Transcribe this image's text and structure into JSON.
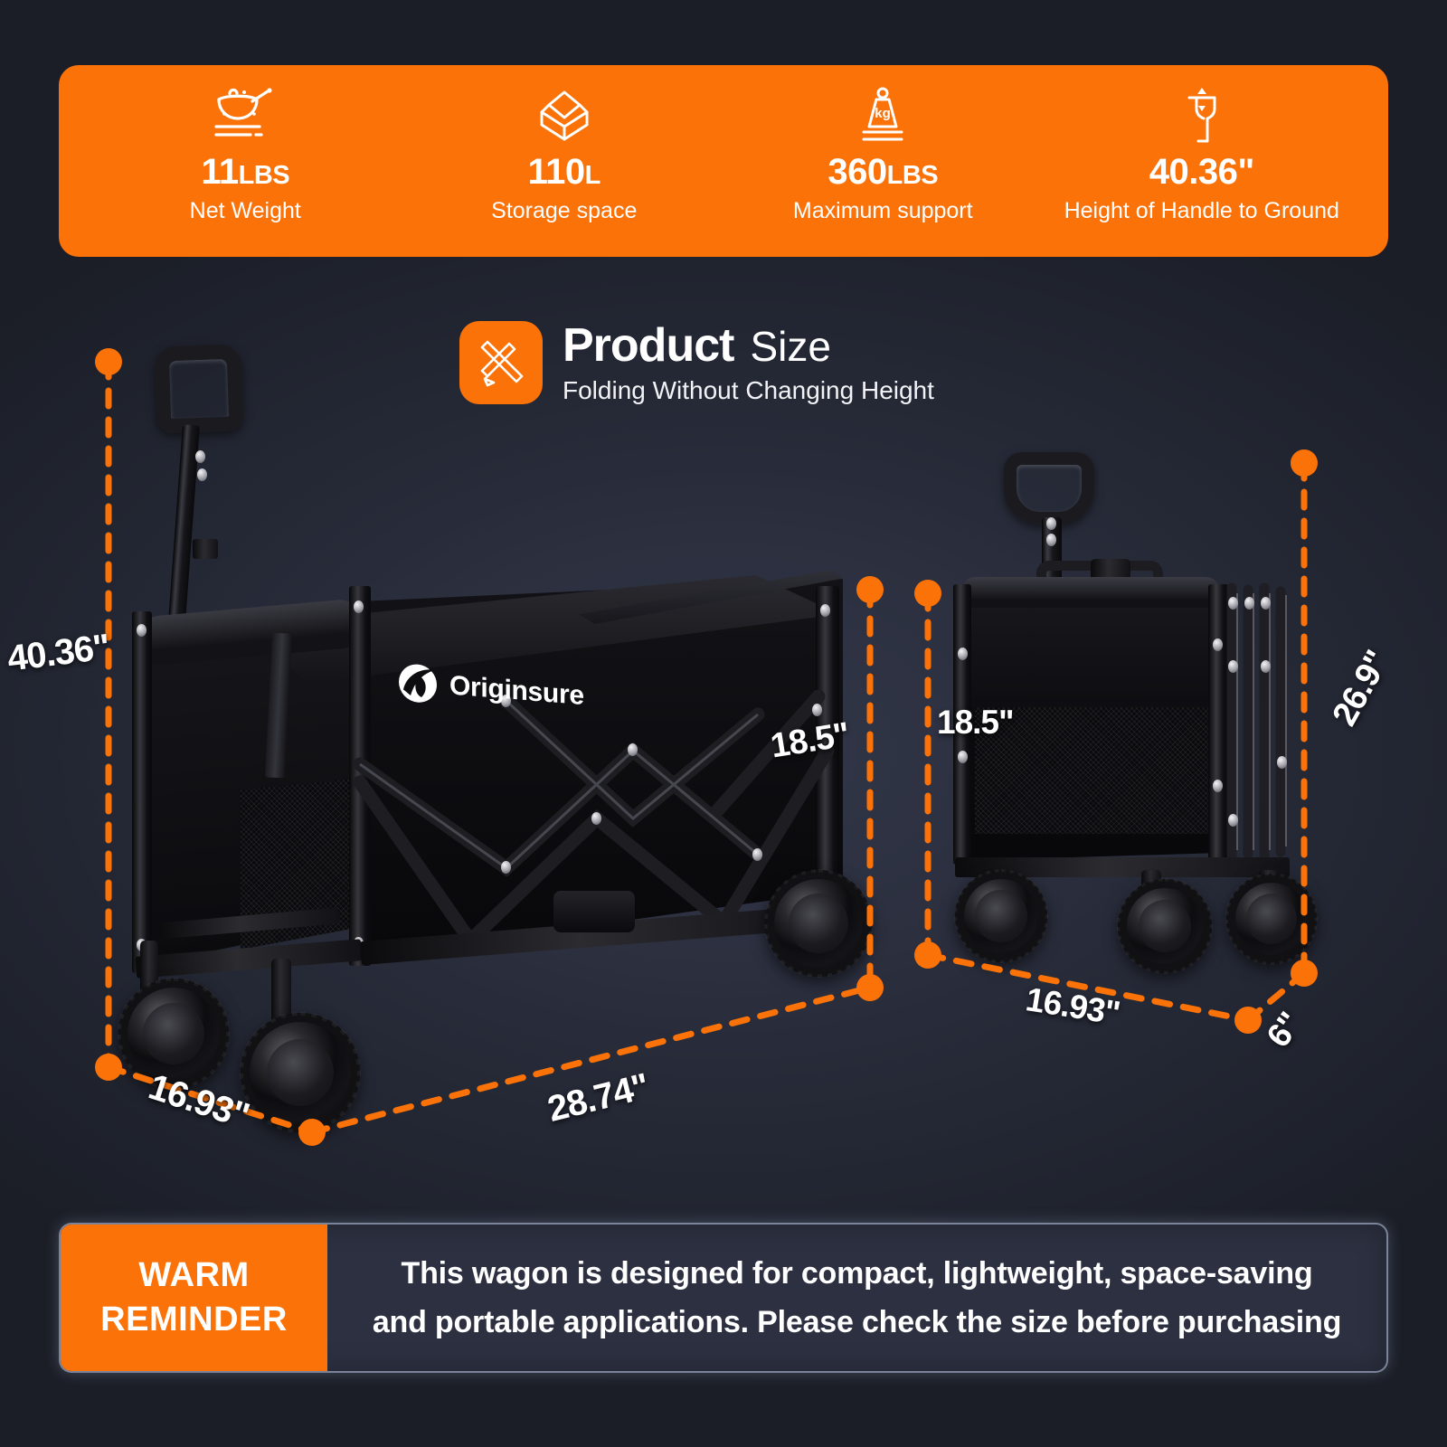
{
  "spec_banner": {
    "background_color": "#FA7208",
    "items": [
      {
        "icon": "weight-scale-icon",
        "value": "11",
        "unit": "LBS",
        "label": "Net Weight"
      },
      {
        "icon": "open-box-icon",
        "value": "110",
        "unit": "L",
        "label": "Storage space"
      },
      {
        "icon": "kg-weight-icon",
        "value": "360",
        "unit": "LBS",
        "label": "Maximum support"
      },
      {
        "icon": "handle-height-icon",
        "value": "40.36\"",
        "unit": "",
        "label": "Height of Handle to Ground"
      }
    ]
  },
  "size_header": {
    "icon": "ruler-pencil-icon",
    "title_bold": "Product",
    "title_light": "Size",
    "subtitle": "Folding Without Changing Height"
  },
  "product": {
    "brand_name": "Originsure",
    "brand_mark": "originsure-logo-icon",
    "unfolded_caption": "unfolded-wagon",
    "folded_caption": "folded-wagon"
  },
  "dimensions": {
    "unfolded": [
      {
        "name": "height",
        "text": "40.36\""
      },
      {
        "name": "box-height",
        "text": "18.5\""
      },
      {
        "name": "width",
        "text": "16.93\""
      },
      {
        "name": "length",
        "text": "28.74\""
      }
    ],
    "folded": [
      {
        "name": "box-height",
        "text": "18.5\""
      },
      {
        "name": "height",
        "text": "26.9\""
      },
      {
        "name": "width",
        "text": "16.93\""
      },
      {
        "name": "depth",
        "text": "6\""
      }
    ],
    "line_color": "#FA7208"
  },
  "reminder": {
    "tag_line1": "WARM",
    "tag_line2": "REMINDER",
    "text_line1": "This wagon is designed for compact, lightweight, space-saving",
    "text_line2": "and portable applications. Please check the size before purchasing"
  }
}
